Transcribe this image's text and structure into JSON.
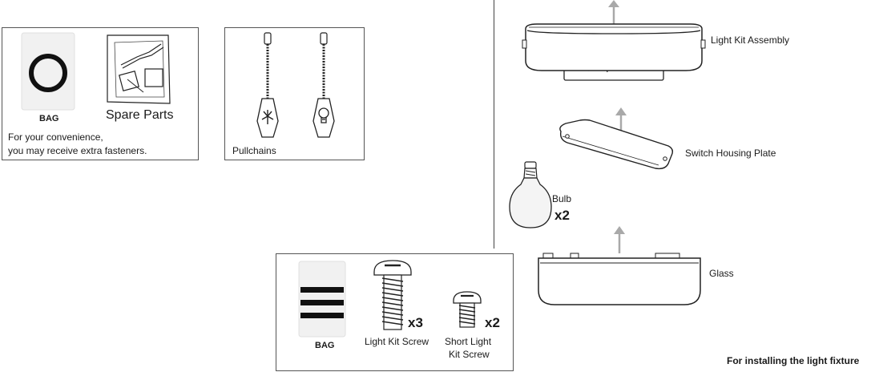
{
  "spare_parts_panel": {
    "bag_label": "BAG",
    "spare_parts_label": "Spare Parts",
    "note_line1": "For your convenience,",
    "note_line2": "you may receive extra fasteners."
  },
  "pullchains_panel": {
    "label": "Pullchains"
  },
  "screws_panel": {
    "bag_label": "BAG",
    "light_kit_screw_label": "Light Kit Screw",
    "light_kit_screw_qty": "x3",
    "short_screw_label_line1": "Short Light",
    "short_screw_label_line2": "Kit Screw",
    "short_screw_qty": "x2"
  },
  "exploded_view": {
    "light_kit_assembly": "Light Kit Assembly",
    "switch_housing_plate": "Switch Housing Plate",
    "bulb": "Bulb",
    "bulb_qty": "x2",
    "glass": "Glass",
    "caption": "For installing the light fixture"
  },
  "colors": {
    "line": "#1a1a1a",
    "arrow": "#a9a9a9",
    "panel_border": "#555555",
    "bag_fill": "#f1f1f1"
  }
}
